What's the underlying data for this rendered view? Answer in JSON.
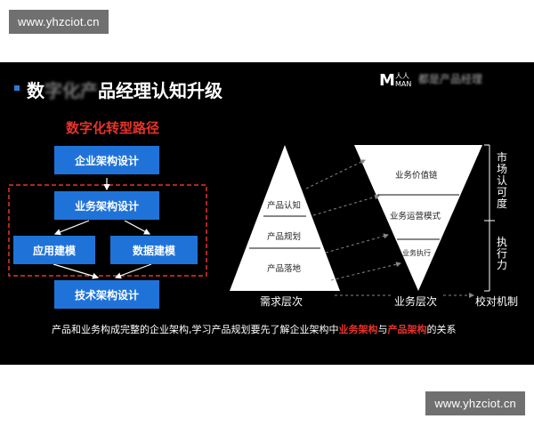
{
  "watermark": {
    "text": "www.yhzciot.cn"
  },
  "slide": {
    "title_visible": "数",
    "title_blurred": "字化产",
    "title_rest": "品经理认知升级",
    "logo": {
      "mark": "M",
      "line1": "人人",
      "line2": "MAN",
      "blurred": "都是产品经理"
    },
    "subhead": "数字化转型路径",
    "flow": {
      "box1": "企业架构设计",
      "box2": "业务架构设计",
      "box3": "应用建模",
      "box4": "数据建模",
      "box5": "技术架构设计"
    },
    "pyramid": {
      "levels": [
        "产品认知",
        "产品规划",
        "产品落地"
      ],
      "label": "需求层次"
    },
    "inverted": {
      "levels": [
        "业务价值链",
        "业务运营模式",
        "业务执行"
      ],
      "label": "业务层次"
    },
    "side": {
      "top": [
        "市",
        "场",
        "认",
        "可",
        "度"
      ],
      "bottom": [
        "执",
        "行",
        "力"
      ],
      "label": "校对机制"
    },
    "caption": {
      "part1": "产品和业务构成完整的企业架构,学习产品规划要先了解企业架构中",
      "red1": "业务架构",
      "part2": "与",
      "red2": "产品架构",
      "part3": "的关系"
    }
  },
  "colors": {
    "accent": "#1f73d8",
    "red": "#e8332a",
    "background": "#000000"
  }
}
